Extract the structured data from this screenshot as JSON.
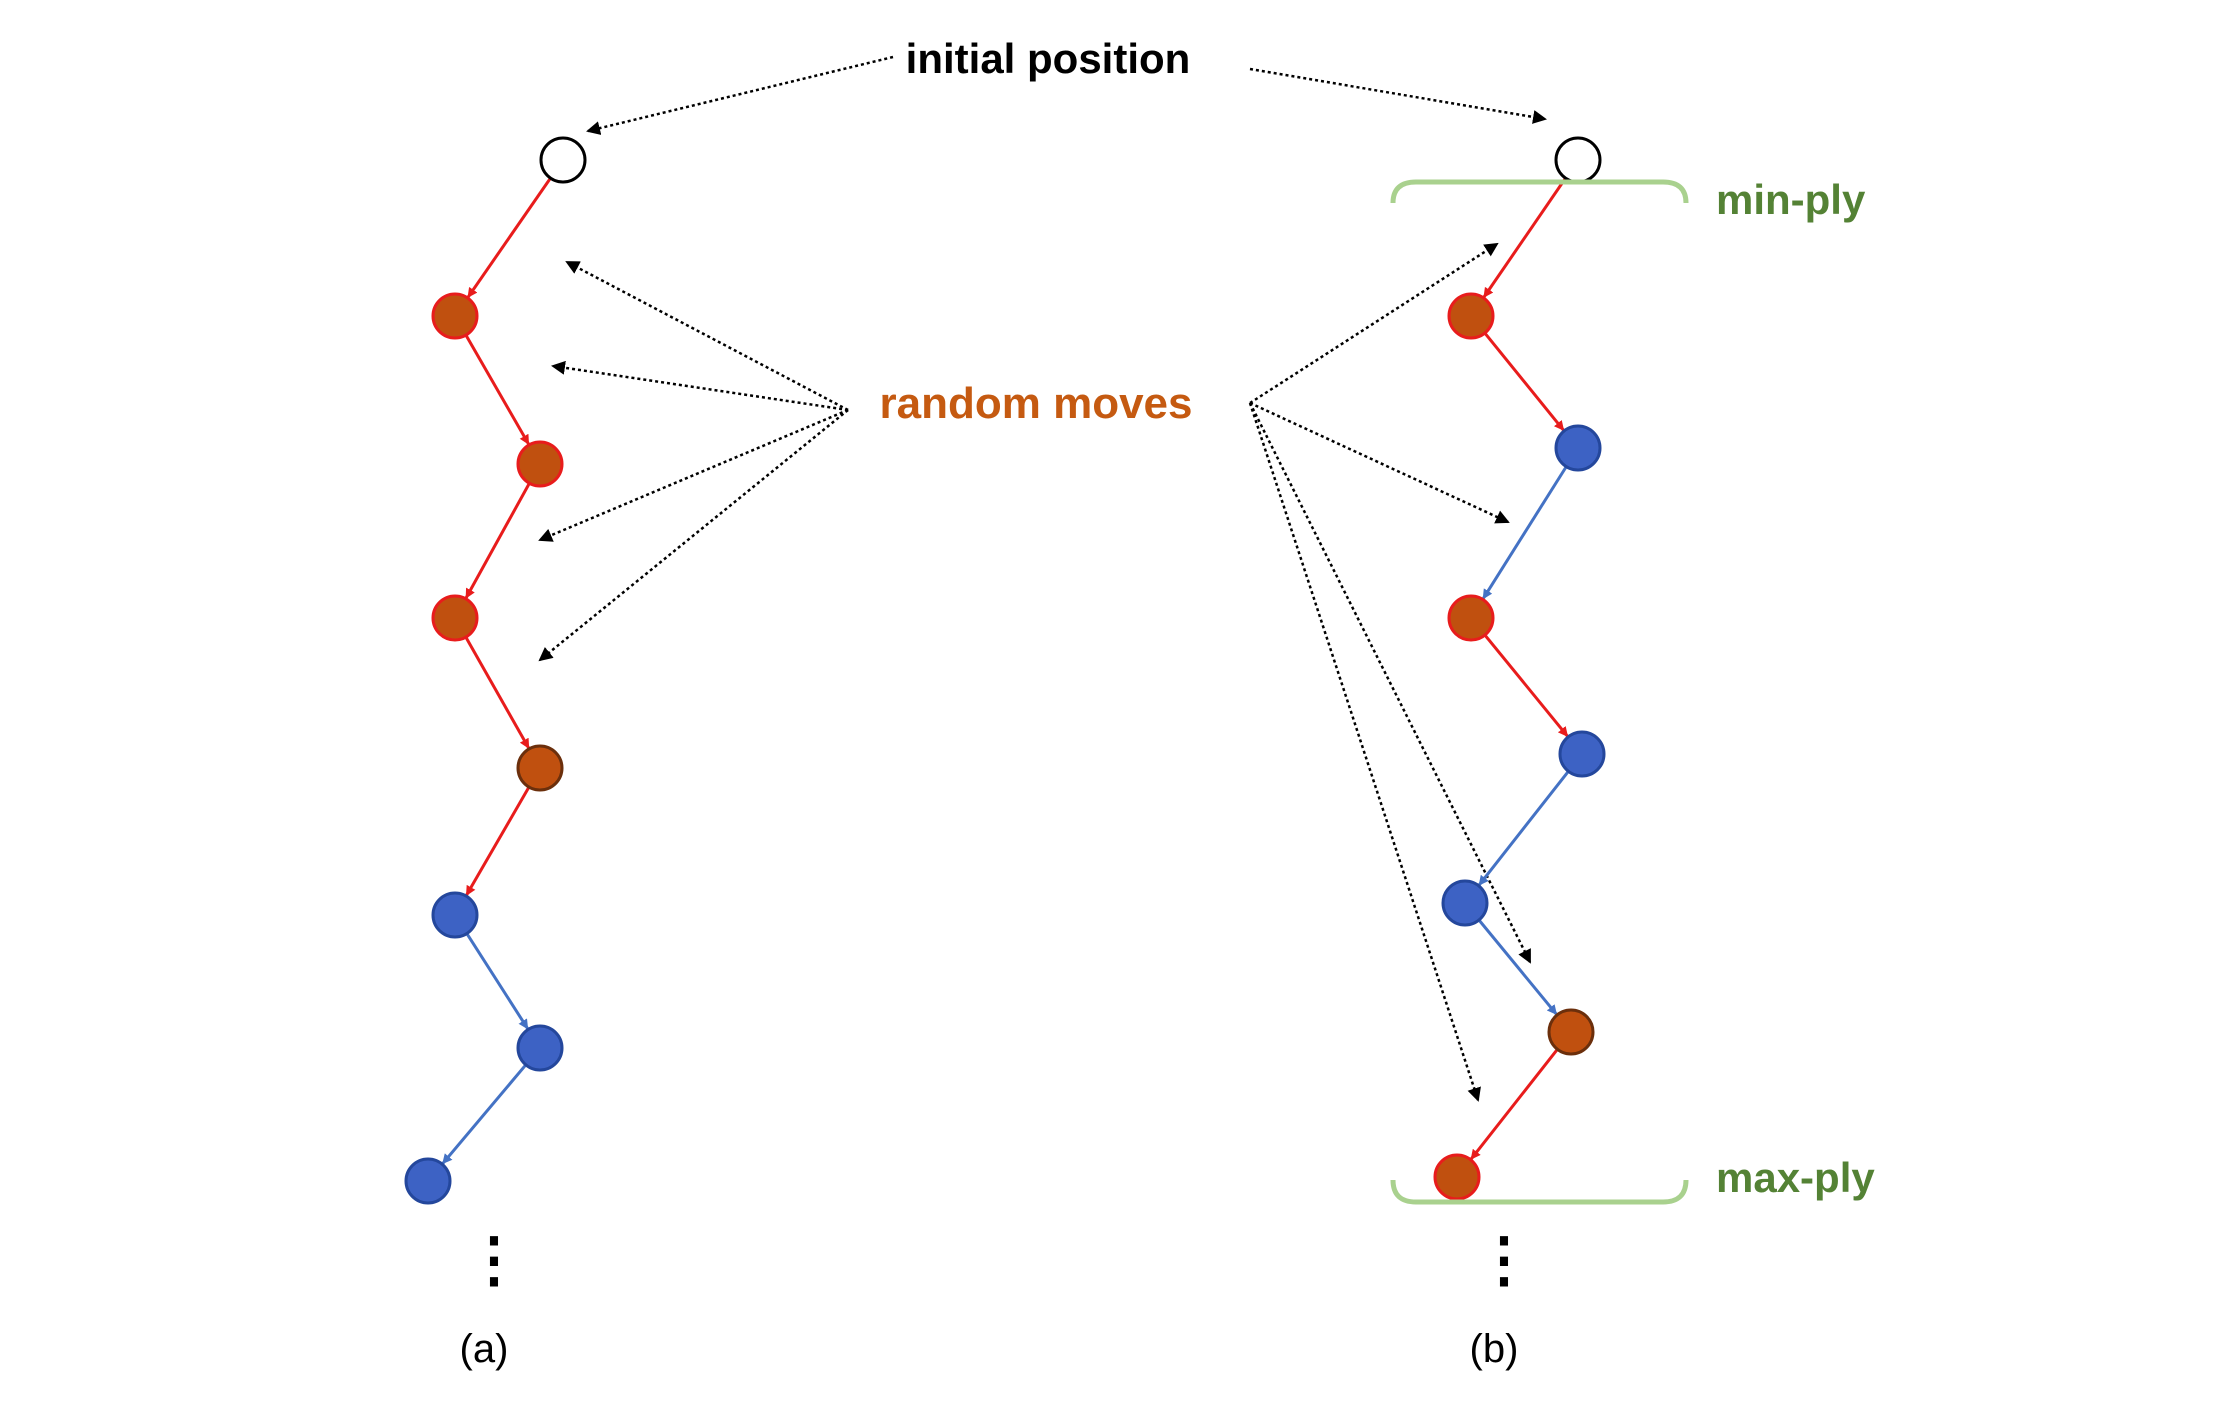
{
  "labels": {
    "initial_position": "initial position",
    "random_moves": "random moves",
    "min_ply": "min-ply",
    "max_ply": "max-ply",
    "caption_a": "(a)",
    "caption_b": "(b)",
    "ellipsis": "⋮"
  },
  "colors": {
    "random_node_fill": "#c0500f",
    "random_node_stroke": "#e81c1c",
    "random_edge": "#e81c1c",
    "normal_node_fill": "#3d62c4",
    "normal_node_stroke": "#24479c",
    "normal_edge": "#4472c4",
    "initial_node_fill": "#ffffff",
    "initial_node_stroke": "#000000",
    "bracket": "#a9d18e",
    "ply_label": "#548235",
    "random_label": "#c55a11",
    "callout": "#000000"
  },
  "chains": {
    "a": {
      "node_types": [
        "initial",
        "random",
        "random",
        "random",
        "random",
        "normal",
        "normal",
        "normal"
      ]
    },
    "b": {
      "node_types": [
        "initial",
        "random",
        "normal",
        "random",
        "normal",
        "normal",
        "random",
        "random"
      ]
    }
  }
}
